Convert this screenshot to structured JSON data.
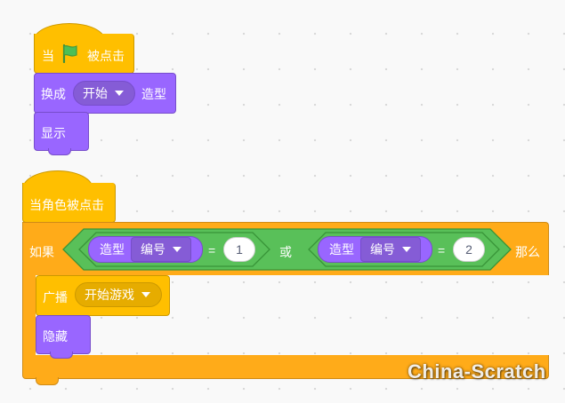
{
  "script1": {
    "hat_prefix": "当",
    "hat_suffix": "被点击",
    "hat_icon": "green-flag-icon",
    "switch_costume": {
      "prefix": "换成",
      "costume": "开始",
      "suffix": "造型"
    },
    "show_label": "显示"
  },
  "script2": {
    "hat_label": "当角色被点击",
    "if_label": "如果",
    "then_label": "那么",
    "or_label": "或",
    "cond1": {
      "reporter": "造型",
      "field": "编号",
      "op": "=",
      "value": "1"
    },
    "cond2": {
      "reporter": "造型",
      "field": "编号",
      "op": "=",
      "value": "2"
    },
    "broadcast": {
      "label": "广播",
      "message": "开始游戏"
    },
    "hide_label": "隐藏"
  },
  "watermark": "China-Scratch",
  "colors": {
    "events": "#ffbf00",
    "looks": "#9966ff",
    "control": "#ffab19",
    "operators": "#59c059",
    "background": "#f9f9f9"
  }
}
